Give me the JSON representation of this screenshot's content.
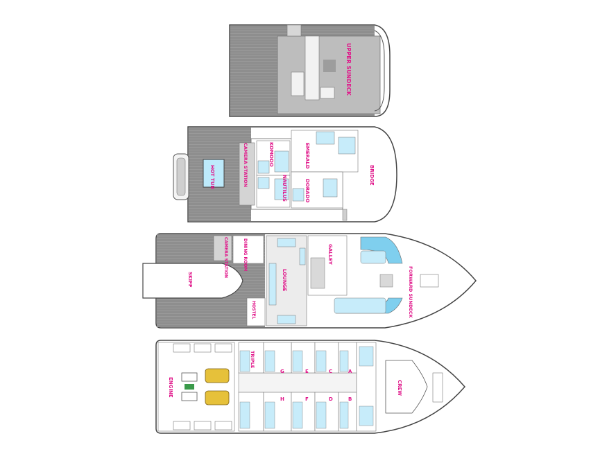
{
  "colors": {
    "deck_grey": "#8c8c8c",
    "interior_grey": "#c9c9c9",
    "cabin_blue": "#c7ecfa",
    "pool_blue": "#7fcfee",
    "label_magenta": "#e0168a",
    "outline": "#555555",
    "engine_yellow": "#e6c13a",
    "engine_green": "#3a9a4a"
  },
  "decks": {
    "upper_sundeck": {
      "label": "UPPER SUNDECK"
    },
    "bridge_deck": {
      "hot_tub": "HOT TUB",
      "camera_station": "CAMERA STATION",
      "komodo": "KOMODO",
      "nautilus": "NAUTILUS",
      "emerald": "EMERALD",
      "dorado": "DORADO",
      "bridge": "BRIDGE"
    },
    "main_deck": {
      "skiff": "SKIFF",
      "camera_station": "CAMERA STATION",
      "dining_room": "DINING ROOM",
      "lounge": "LOUNGE",
      "galley": "GALLEY",
      "forward_sundeck": "FORWARD SUNDECK",
      "hostel": "HOSTEL"
    },
    "lower_deck": {
      "engine": "ENGINE",
      "triple": "TRIPLE",
      "crew": "CREW",
      "cabin_letters_top": [
        "E",
        "C",
        "A"
      ],
      "cabin_letters_bottom": [
        "F",
        "D",
        "B"
      ],
      "cabin_letters_mid": [
        "G",
        "H"
      ]
    }
  }
}
